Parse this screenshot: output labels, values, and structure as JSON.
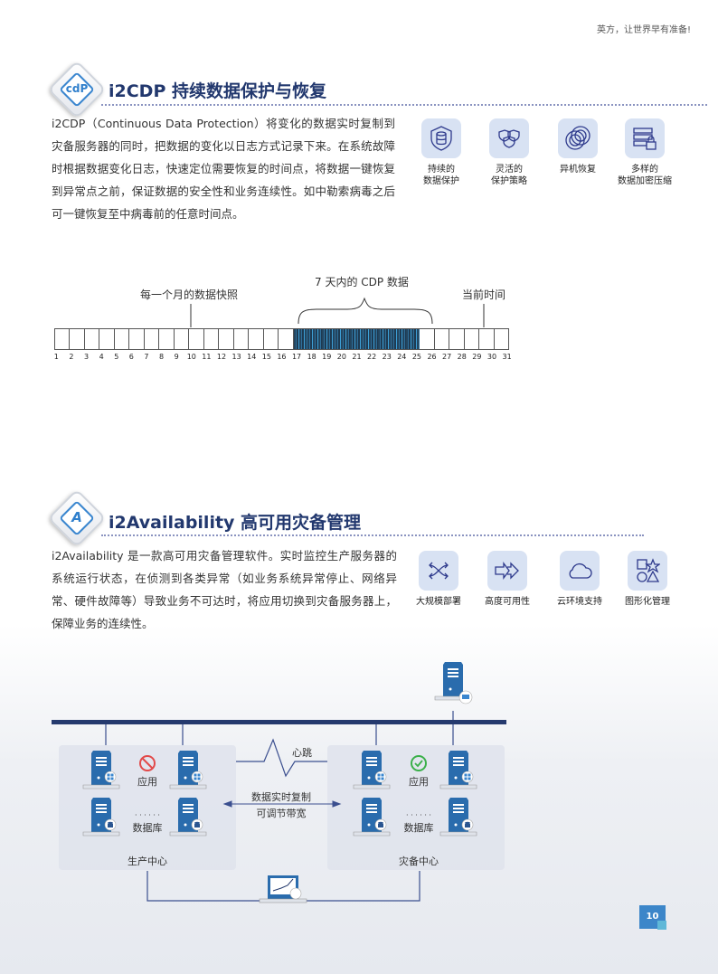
{
  "header": {
    "slogan": "英方，让世界早有准备!"
  },
  "cdp": {
    "logo_text": "cdP",
    "title": "i2CDP 持续数据保护与恢复",
    "description": "i2CDP（Continuous Data Protection）将变化的数据实时复制到灾备服务器的同时，把数据的变化以日志方式记录下来。在系统故障时根据数据变化日志，快速定位需要恢复的时间点，将数据一键恢复到异常点之前，保证数据的安全性和业务连续性。如中勒索病毒之后可一键恢复至中病毒前的任意时间点。",
    "features": [
      {
        "icon": "shield-database-icon",
        "line1": "持续的",
        "line2": "数据保护"
      },
      {
        "icon": "triple-shield-icon",
        "line1": "灵活的",
        "line2": "保护策略"
      },
      {
        "icon": "rings-icon",
        "line1": "异机恢复",
        "line2": ""
      },
      {
        "icon": "server-lock-icon",
        "line1": "多样的",
        "line2": "数据加密压缩"
      }
    ],
    "timeline": {
      "snapshot_label": "每一个月的数据快照",
      "cdp_label": "7 天内的 CDP 数据",
      "current_label": "当前时间",
      "days": [
        "1",
        "2",
        "3",
        "4",
        "5",
        "6",
        "7",
        "8",
        "9",
        "10",
        "11",
        "12",
        "13",
        "14",
        "15",
        "16",
        "17",
        "18",
        "19",
        "20",
        "21",
        "22",
        "23",
        "24",
        "25",
        "26",
        "27",
        "28",
        "29",
        "30",
        "31"
      ],
      "cdp_start_day": 17,
      "cdp_end_day": 26
    }
  },
  "ha": {
    "logo_text": "A",
    "title": "i2Availability 高可用灾备管理",
    "description": "i2Availability 是一款高可用灾备管理软件。实时监控生产服务器的系统运行状态，在侦测到各类异常（如业务系统异常停止、网络异常、硬件故障等）导致业务不可达时，将应用切换到灾备服务器上，保障业务的连续性。",
    "features": [
      {
        "icon": "shuffle-arrows-icon",
        "label": "大规模部署"
      },
      {
        "icon": "double-arrow-icon",
        "label": "高度可用性"
      },
      {
        "icon": "cloud-icon",
        "label": "云环境支持"
      },
      {
        "icon": "shapes-icon",
        "label": "图形化管理"
      }
    ],
    "diagram": {
      "heartbeat": "心跳",
      "app": "应用",
      "database": "数据库",
      "replication": "数据实时复制",
      "bandwidth": "可调节带宽",
      "production": "生产中心",
      "disaster": "灾备中心",
      "dots": "· · · · · ·"
    }
  },
  "footer": {
    "page": "10"
  },
  "colors": {
    "brand": "#22386e",
    "accent": "#3c86c9",
    "server": "#2a6cad"
  }
}
